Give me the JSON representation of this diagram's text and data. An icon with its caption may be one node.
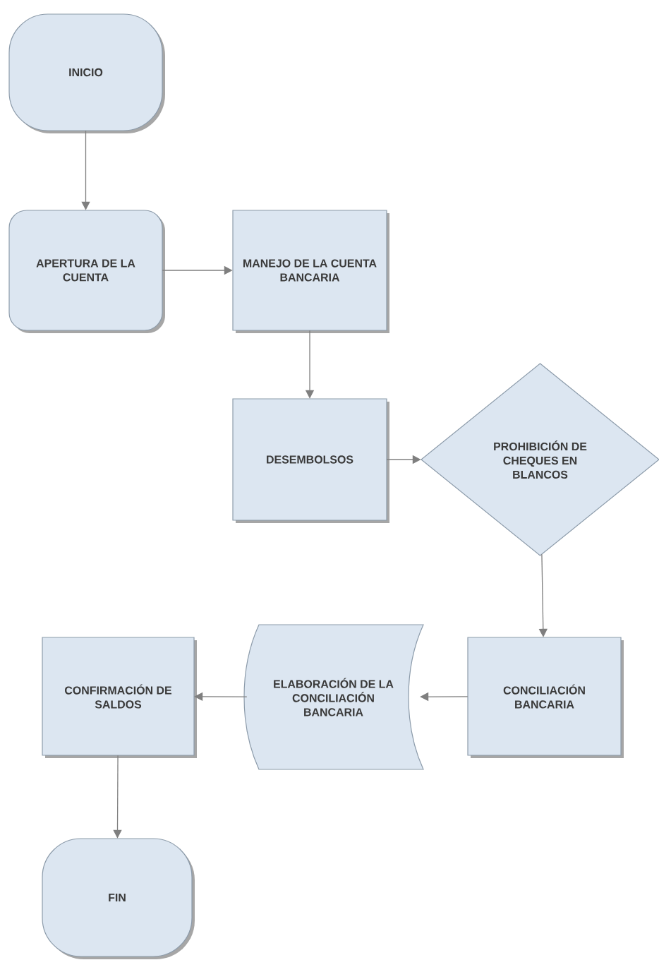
{
  "diagram": {
    "nodes": [
      {
        "text": [
          "INICIO"
        ]
      },
      {
        "text": [
          "APERTURA DE LA CUENTA"
        ]
      },
      {
        "text": [
          "MANEJO DE LA CUENTA BANCARIA"
        ]
      },
      {
        "text": [
          "DESEMBOLSOS"
        ]
      },
      {
        "text": [
          "PROHIBICIÓN DE CHEQUES EN BLANCOS"
        ]
      },
      {
        "text": [
          "CONCILIACIÓN BANCARIA"
        ]
      },
      {
        "text": [
          "ELABORACIÓN DE LA CONCILIACIÓN BANCARIA"
        ]
      },
      {
        "text": [
          "CONFIRMACIÓN DE SALDOS"
        ]
      },
      {
        "text": [
          "FIN"
        ]
      }
    ],
    "edges": [
      {
        "from": 0,
        "to": 1,
        "arrow": "to"
      },
      {
        "from": 1,
        "to": 2,
        "arrow": "to"
      },
      {
        "from": 2,
        "to": 3,
        "arrow": "to"
      },
      {
        "from": 3,
        "to": 4,
        "arrow": "to"
      },
      {
        "from": 4,
        "to": 5,
        "arrow": "to"
      },
      {
        "from": 5,
        "to": 6,
        "arrow": "to"
      },
      {
        "from": 6,
        "to": 7,
        "arrow": "to"
      },
      {
        "from": 7,
        "to": 8,
        "arrow": "to"
      }
    ]
  }
}
